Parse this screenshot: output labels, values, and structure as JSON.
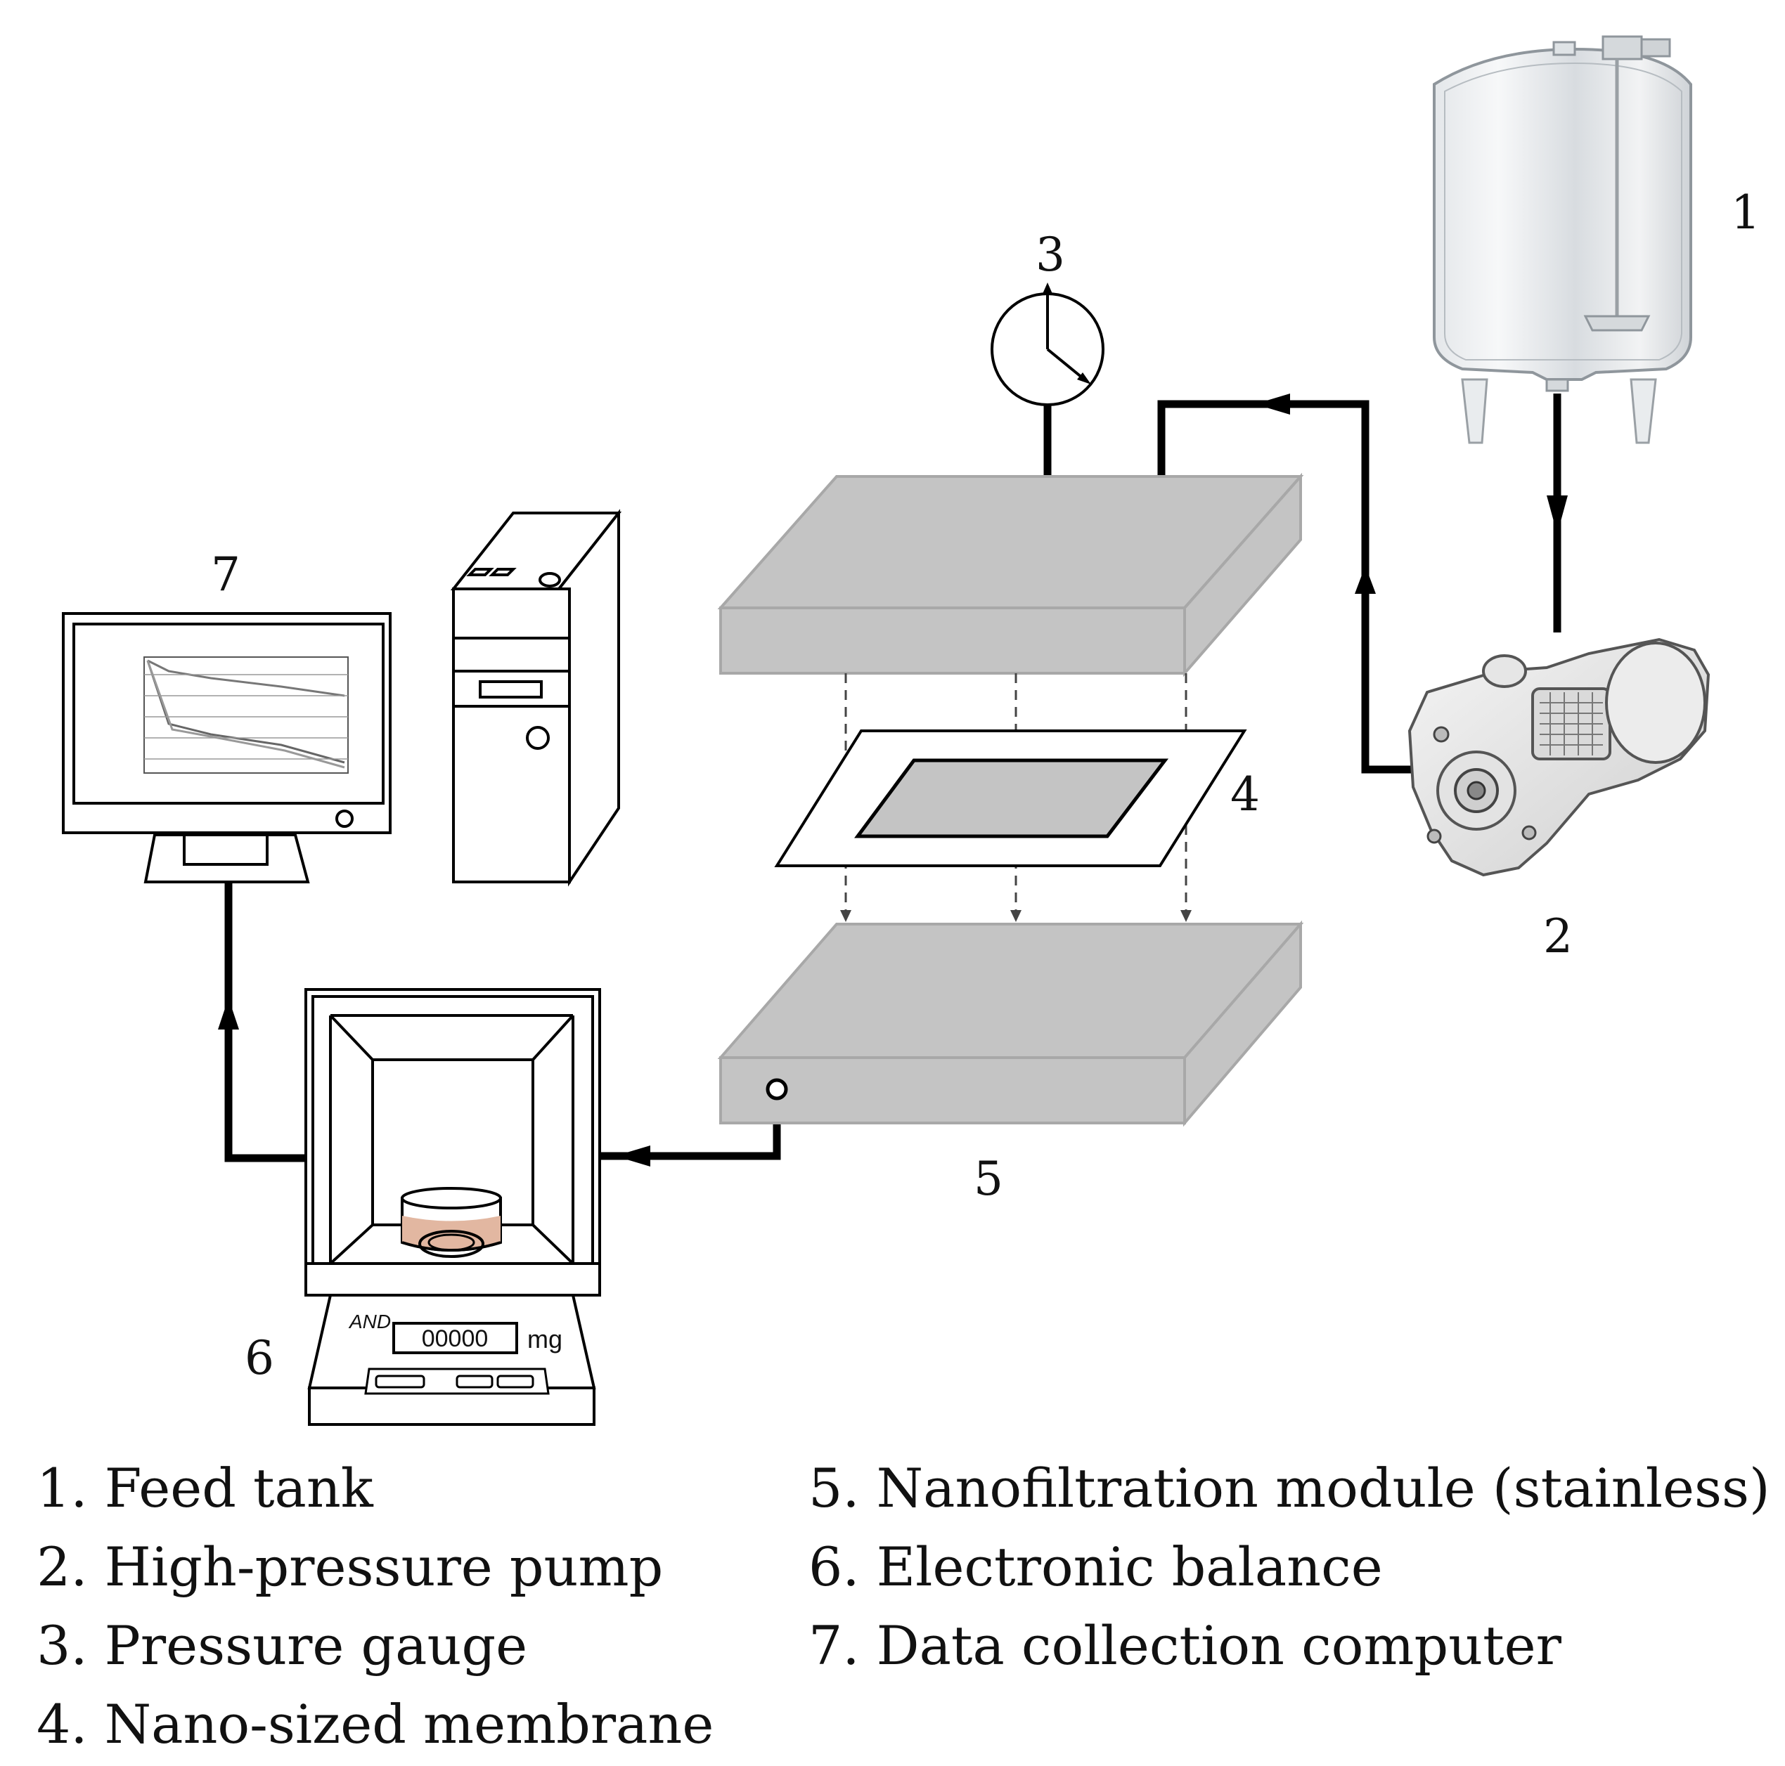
{
  "labels": {
    "feed_tank": "1",
    "pump": "2",
    "gauge": "3",
    "membrane": "4",
    "module": "5",
    "balance": "6",
    "computer": "7"
  },
  "balance_display": {
    "brand": "AND",
    "reading": "00000",
    "unit": "mg"
  },
  "legend": {
    "col1": [
      "1. Feed tank",
      "2. High-pressure pump",
      "3. Pressure gauge",
      "4. Nano-sized membrane"
    ],
    "col2": [
      "5. Nanofiltration module (stainless)",
      "6. Electronic balance",
      "7. Data collection computer"
    ]
  }
}
